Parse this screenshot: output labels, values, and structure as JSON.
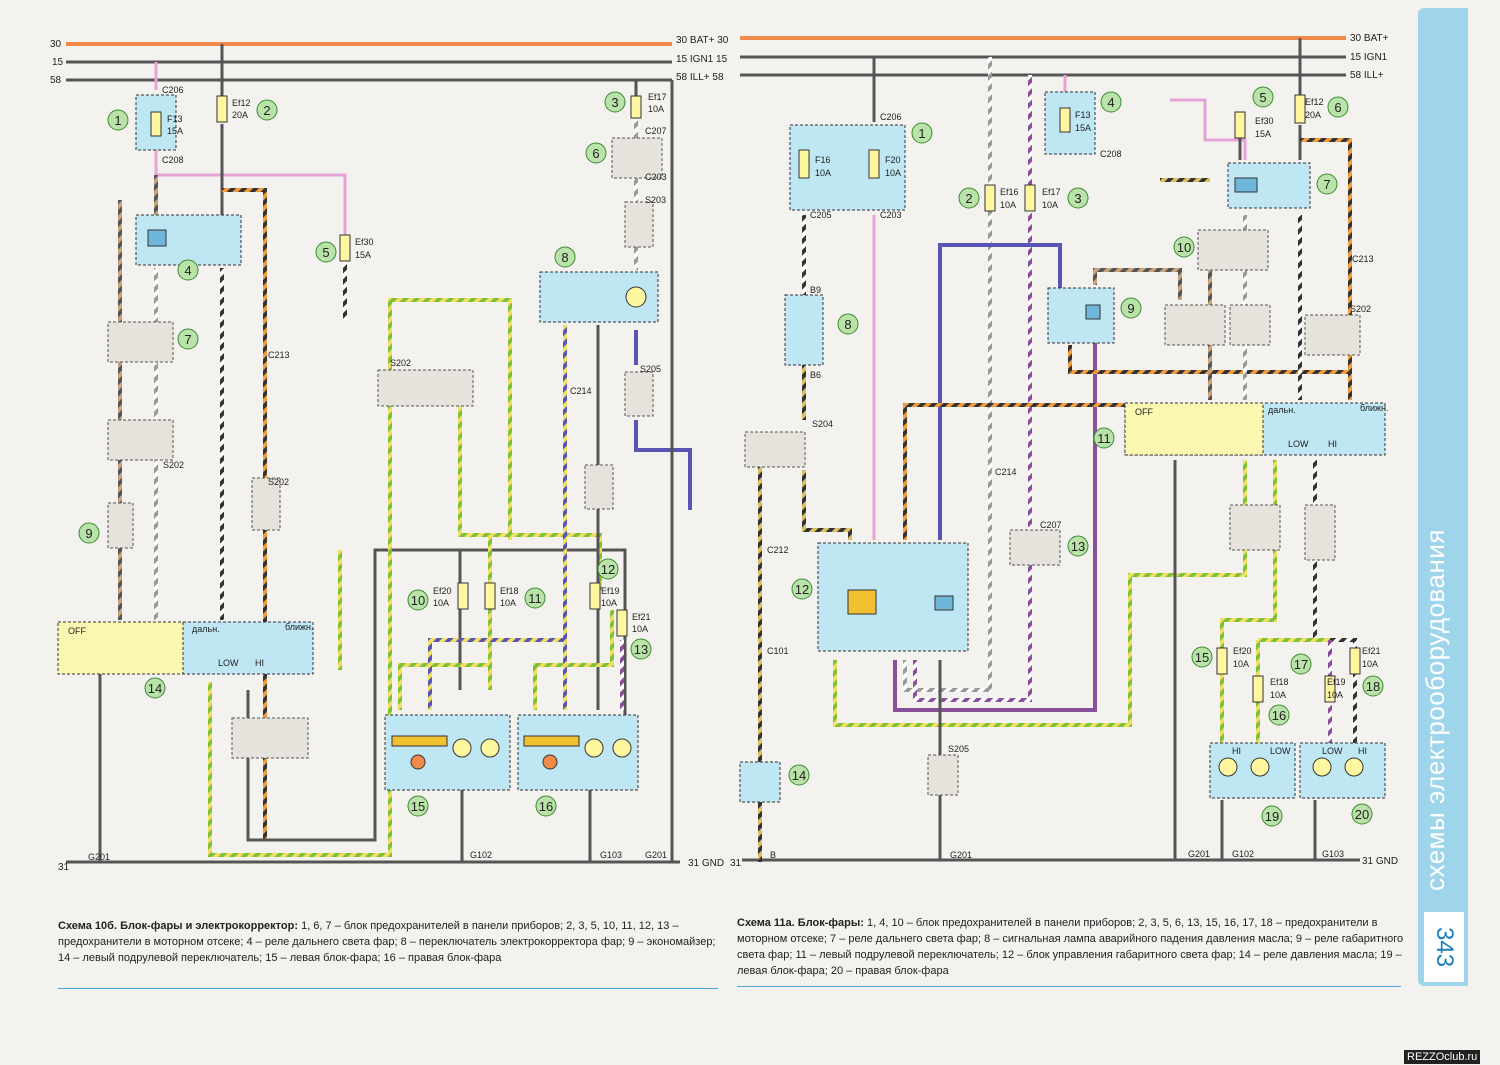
{
  "bus": {
    "left": {
      "l30": "30",
      "l15": "15",
      "l58": "58",
      "r30": "30 BAT+ 30",
      "r15": "15 IGN1 15",
      "r58": "58 ILL+ 58"
    },
    "right": {
      "r30": "30 BAT+",
      "r15": "15 IGN1",
      "r58": "58 ILL+"
    },
    "ground_left": "31",
    "ground_left_end": "31 GND",
    "ground_mid": "31",
    "ground_right_end": "31 GND"
  },
  "left_labels": {
    "c206": "C206",
    "c208": "C208",
    "f13": "F13",
    "f13a": "15A",
    "ef12": "Ef12",
    "ef12a": "20A",
    "ef17": "Ef17",
    "ef17a": "10A",
    "c207": "C207",
    "c203": "C203",
    "s203": "S203",
    "ef30": "Ef30",
    "ef30a": "15A",
    "c213": "C213",
    "s202": "S202",
    "c214": "C214",
    "s205": "S205",
    "ef20": "Ef20",
    "ef20a": "10A",
    "ef18": "Ef18",
    "ef18a": "10A",
    "ef19": "Ef19",
    "ef19a": "10A",
    "ef21": "Ef21",
    "ef21a": "10A",
    "g201": "G201",
    "g102": "G102",
    "g103": "G103",
    "g201b": "G201",
    "off": "OFF",
    "dal": "дальн.",
    "bl": "ближн.",
    "low": "LOW",
    "hi": "HI"
  },
  "right_labels": {
    "c206": "C206",
    "f16": "F16",
    "f16a": "10A",
    "f20": "F20",
    "f20a": "10A",
    "c205": "C205",
    "c203": "C203",
    "f13": "F13",
    "f13a": "15A",
    "c208": "C208",
    "ef30": "Ef30",
    "ef30a": "15A",
    "ef12": "Ef12",
    "ef12a": "20A",
    "ef16": "Ef16",
    "ef16a": "10A",
    "ef17": "Ef17",
    "ef17a": "10A",
    "b9": "B9",
    "b6": "B6",
    "s204": "S204",
    "c212": "C212",
    "c101": "C101",
    "c214": "C214",
    "c207": "C207",
    "s202": "S202",
    "c213": "C213",
    "s205": "S205",
    "ef20": "Ef20",
    "ef20a": "10A",
    "ef18": "Ef18",
    "ef18a": "10A",
    "ef19": "Ef19",
    "ef19a": "10A",
    "ef21": "Ef21",
    "ef21a": "10A",
    "g201": "G201",
    "g201b": "G201",
    "g102": "G102",
    "g103": "G103",
    "b": "B",
    "off": "OFF",
    "dal": "дальн.",
    "bl": "ближн.",
    "low": "LOW",
    "hi": "HI"
  },
  "captions": {
    "left_title": "Схема 10б. Блок-фары и электрокорректор:",
    "left_body": " 1, 6, 7 – блок предохранителей в панели приборов; 2, 3, 5, 10, 11, 12, 13 – предохранители в моторном отсеке; 4 – реле дальнего света фар; 8 – переключатель электрокорректора фар; 9 – экономайзер; 14 – левый подрулевой переключатель; 15 – левая блок-фара; 16 – правая блок-фара",
    "right_title": "Схема 11а. Блок-фары:",
    "right_body": " 1, 4, 10 – блок предохранителей в панели приборов; 2, 3, 5, 6, 13, 15, 16, 17, 18 – предохранители в моторном отсеке; 7 – реле дальнего света фар; 8 – сигнальная лампа аварийного падения давления масла; 9 – реле габаритного света фар; 11 – левый подрулевой переключатель; 12 – блок управления габаритного света фар; 14 – реле давления масла; 19 – левая блок-фара; 20 – правая блок-фара"
  },
  "side": {
    "title": "схемы электрооборудования",
    "page": "343"
  },
  "watermark": "REZZOclub.ru",
  "colors": {
    "bat": "#f08a4b",
    "ign": "#555555",
    "ill": "#555555",
    "green": "#9ac43b",
    "violet": "#6a4fa0",
    "pink": "#e6a4d6"
  }
}
